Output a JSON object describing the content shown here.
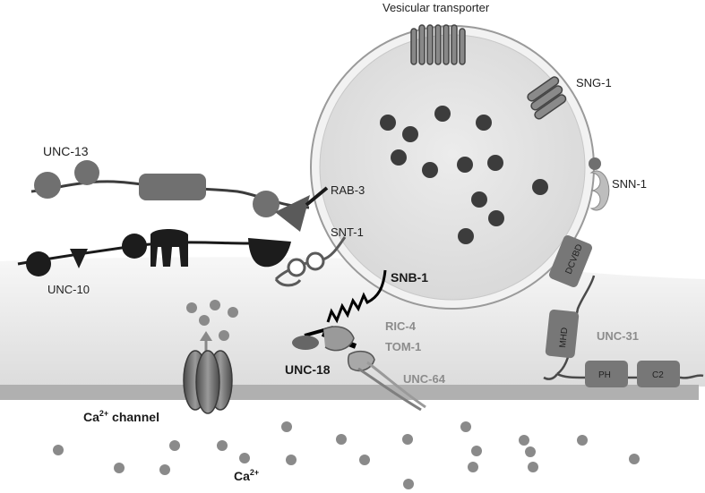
{
  "labels": {
    "vesicular_transporter": "Vesicular transporter",
    "sng1": "SNG-1",
    "snn1": "SNN-1",
    "unc13": "UNC-13",
    "rab3": "RAB-3",
    "snt1": "SNT-1",
    "unc10": "UNC-10",
    "snb1": "SNB-1",
    "ric4": "RIC-4",
    "tom1": "TOM-1",
    "unc18": "UNC-18",
    "unc64": "UNC-64",
    "unc31": "UNC-31",
    "dcvbd": "DCVBD",
    "mhd": "MHD",
    "ph": "PH",
    "c2": "C2",
    "ca_channel_prefix": "Ca",
    "ca_channel_sup": "2+",
    "ca_channel_suffix": " channel",
    "ca_ion": "Ca",
    "ca_ion_sup": "2+"
  },
  "colors": {
    "protein_dark": "#3c3c3c",
    "protein_mid": "#6f6f6f",
    "vesicle_fill": "#e6e6e6",
    "membrane": "#b0b0b0",
    "ion": "#8a8a8a"
  }
}
